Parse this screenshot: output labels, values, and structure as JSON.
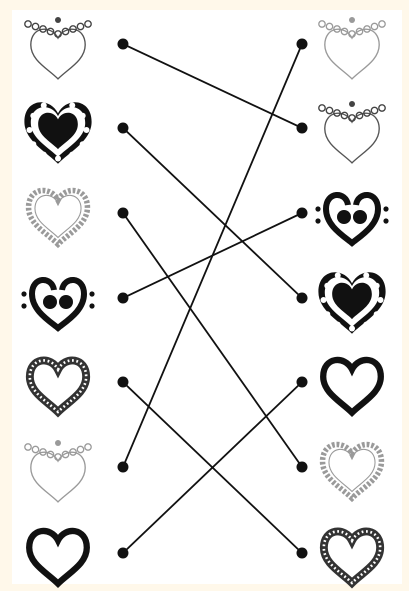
{
  "colors": {
    "background": "#fff8ea",
    "panel": "#ffffff",
    "ink": "#111111",
    "grey_ink": "#9a9a9a"
  },
  "left_column": [
    {
      "icon": "ornate-floral-heart-icon"
    },
    {
      "icon": "solid-scalloped-heart-icon"
    },
    {
      "icon": "grey-lace-heart-icon"
    },
    {
      "icon": "curl-heart-icon"
    },
    {
      "icon": "beaded-heart-icon"
    },
    {
      "icon": "grey-floral-heart-icon"
    },
    {
      "icon": "outline-heart-icon"
    }
  ],
  "right_column": [
    {
      "icon": "grey-floral-heart-icon"
    },
    {
      "icon": "ornate-floral-heart-icon"
    },
    {
      "icon": "curl-heart-icon"
    },
    {
      "icon": "solid-scalloped-heart-icon"
    },
    {
      "icon": "outline-heart-icon"
    },
    {
      "icon": "grey-lace-heart-icon"
    },
    {
      "icon": "beaded-heart-icon"
    }
  ],
  "matches": [
    {
      "from": 0,
      "to": 1
    },
    {
      "from": 1,
      "to": 3
    },
    {
      "from": 2,
      "to": 5
    },
    {
      "from": 3,
      "to": 2
    },
    {
      "from": 4,
      "to": 6
    },
    {
      "from": 5,
      "to": 0
    },
    {
      "from": 6,
      "to": 4
    }
  ]
}
